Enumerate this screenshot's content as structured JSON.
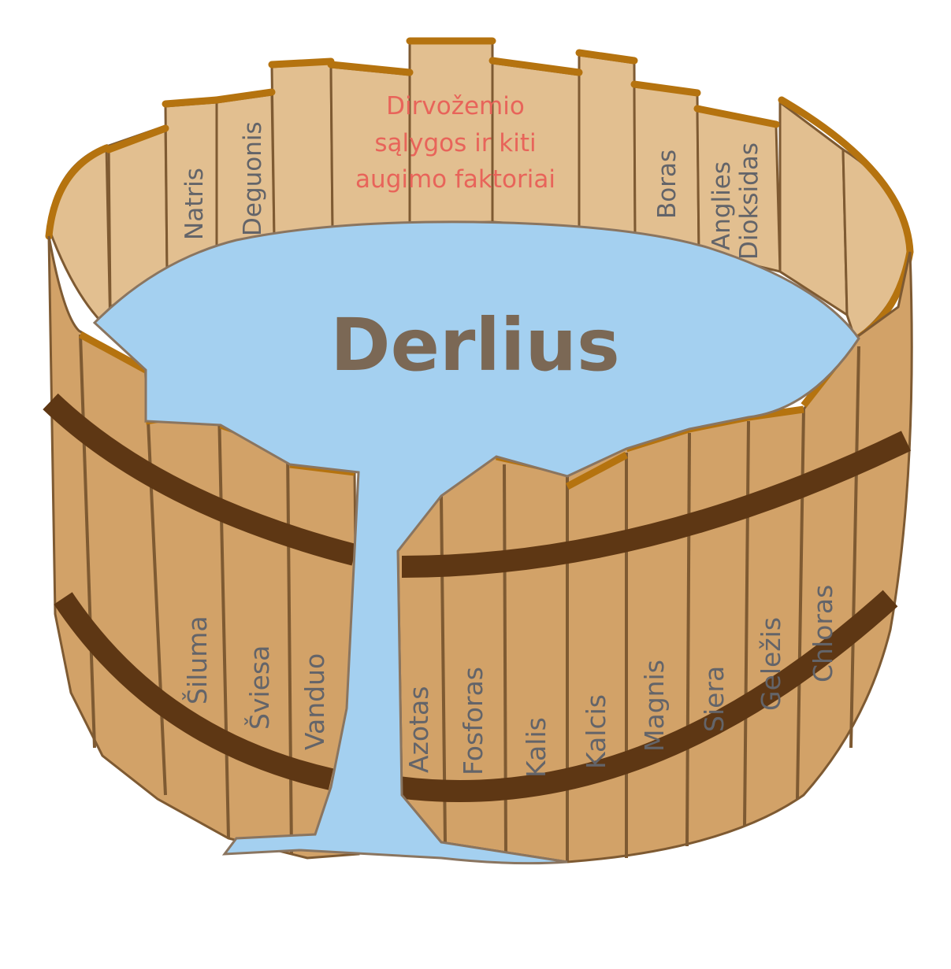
{
  "diagram": {
    "title": "Derlius",
    "colors": {
      "water": "#a4d0f0",
      "wood_outer": "#d2a268",
      "wood_inner": "#e2bf90",
      "rim": "#b5730f",
      "hoop": "#5e3714",
      "stave_line": "#7e5a32",
      "label": "#636469",
      "highlight_label": "#e8645a",
      "title": "#7b6855"
    },
    "highlight_factor": {
      "lines": [
        "Dirvožemio",
        "sąlygos ir kiti",
        "augimo faktoriai"
      ]
    },
    "inner_staves": [
      {
        "label": "Natris"
      },
      {
        "label": "Deguonis"
      },
      {
        "label": "Boras"
      },
      {
        "label_lines": [
          "Anglies",
          "Dioksidas"
        ]
      }
    ],
    "outer_staves": [
      {
        "label": "Šiluma"
      },
      {
        "label": "Šviesa"
      },
      {
        "label": "Vanduo"
      },
      {
        "label": "Azotas"
      },
      {
        "label": "Fosforas"
      },
      {
        "label": "Kalis"
      },
      {
        "label": "Kalcis"
      },
      {
        "label": "Magnis"
      },
      {
        "label": "Siera"
      },
      {
        "label": "Geležis"
      },
      {
        "label": "Chloras"
      }
    ]
  }
}
